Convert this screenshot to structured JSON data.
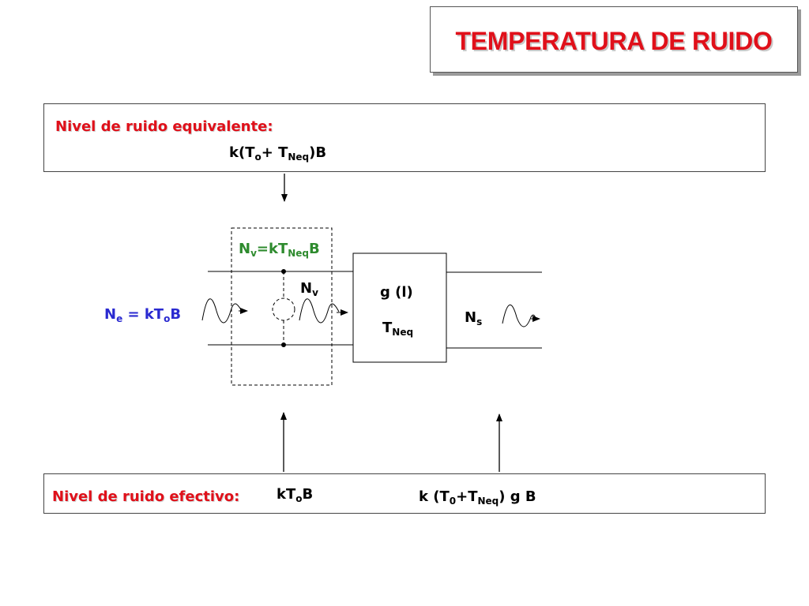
{
  "title": "TEMPERATURA DE RUIDO",
  "top_box": {
    "heading": "Nivel de ruido equivalente:",
    "formula": {
      "a": "k(T",
      "a_sub": "o",
      "b": "+ T",
      "b_sub": "Neq",
      "c": ")B"
    }
  },
  "diagram": {
    "nv_eq": {
      "a": "N",
      "a_sub": "v",
      "b": "=kT",
      "b_sub": "Neq",
      "c": "B"
    },
    "nv": {
      "a": "N",
      "a_sub": "v"
    },
    "ne_eq": {
      "a": "N",
      "a_sub": "e",
      "b": " = kT",
      "b_sub": "o",
      "c": "B"
    },
    "block_gain": "g (l)",
    "block_temp": {
      "a": "T",
      "a_sub": "Neq"
    },
    "ns": {
      "a": "N",
      "a_sub": "s"
    }
  },
  "bottom_box": {
    "heading": "Nivel de ruido efectivo:",
    "formula1": {
      "a": "kT",
      "a_sub": "o",
      "b": "B"
    },
    "formula2": {
      "a": "k (T",
      "a_sub": "0",
      "b": "+T",
      "b_sub": "Neq",
      "c": ") g B"
    }
  },
  "colors": {
    "title": "#e0101a",
    "heading": "#e0101a",
    "green": "#2e8b2e",
    "blue": "#2a2ad0"
  }
}
